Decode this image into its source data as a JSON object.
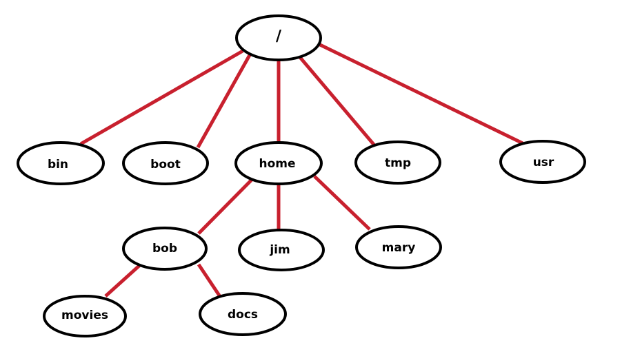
{
  "colors": {
    "edge": "#c8202e",
    "node_border": "#000000",
    "node_fill": "#ffffff",
    "text": "#000000"
  },
  "nodes": {
    "root": {
      "label": "/"
    },
    "bin": {
      "label": "bin"
    },
    "boot": {
      "label": "boot"
    },
    "home": {
      "label": "home"
    },
    "tmp": {
      "label": "tmp"
    },
    "usr": {
      "label": "usr"
    },
    "bob": {
      "label": "bob"
    },
    "jim": {
      "label": "jim"
    },
    "mary": {
      "label": "mary"
    },
    "movies": {
      "label": "movies"
    },
    "docs": {
      "label": "docs"
    }
  },
  "edges": [
    [
      "root",
      "bin"
    ],
    [
      "root",
      "boot"
    ],
    [
      "root",
      "home"
    ],
    [
      "root",
      "tmp"
    ],
    [
      "root",
      "usr"
    ],
    [
      "home",
      "bob"
    ],
    [
      "home",
      "jim"
    ],
    [
      "home",
      "mary"
    ],
    [
      "bob",
      "movies"
    ],
    [
      "bob",
      "docs"
    ]
  ]
}
